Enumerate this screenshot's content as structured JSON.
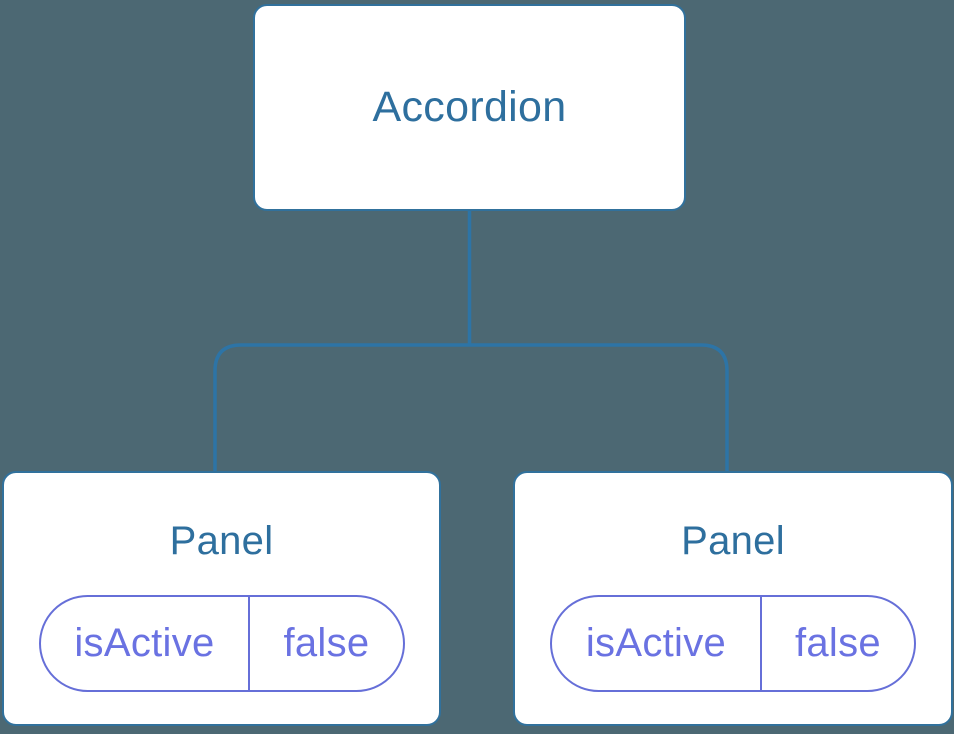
{
  "diagram": {
    "type": "component-tree",
    "root": {
      "label": "Accordion"
    },
    "children": [
      {
        "label": "Panel",
        "props": [
          {
            "name": "isActive",
            "value": "false"
          }
        ]
      },
      {
        "label": "Panel",
        "props": [
          {
            "name": "isActive",
            "value": "false"
          }
        ]
      }
    ]
  },
  "colors": {
    "background": "#4C6873",
    "node_fill": "#FFFFFF",
    "node_border": "#31719C",
    "connector_line": "#2D74A6",
    "node_title_text": "#2E6F9E",
    "pill_border": "#666FD8",
    "pill_text": "#6A72E2"
  }
}
